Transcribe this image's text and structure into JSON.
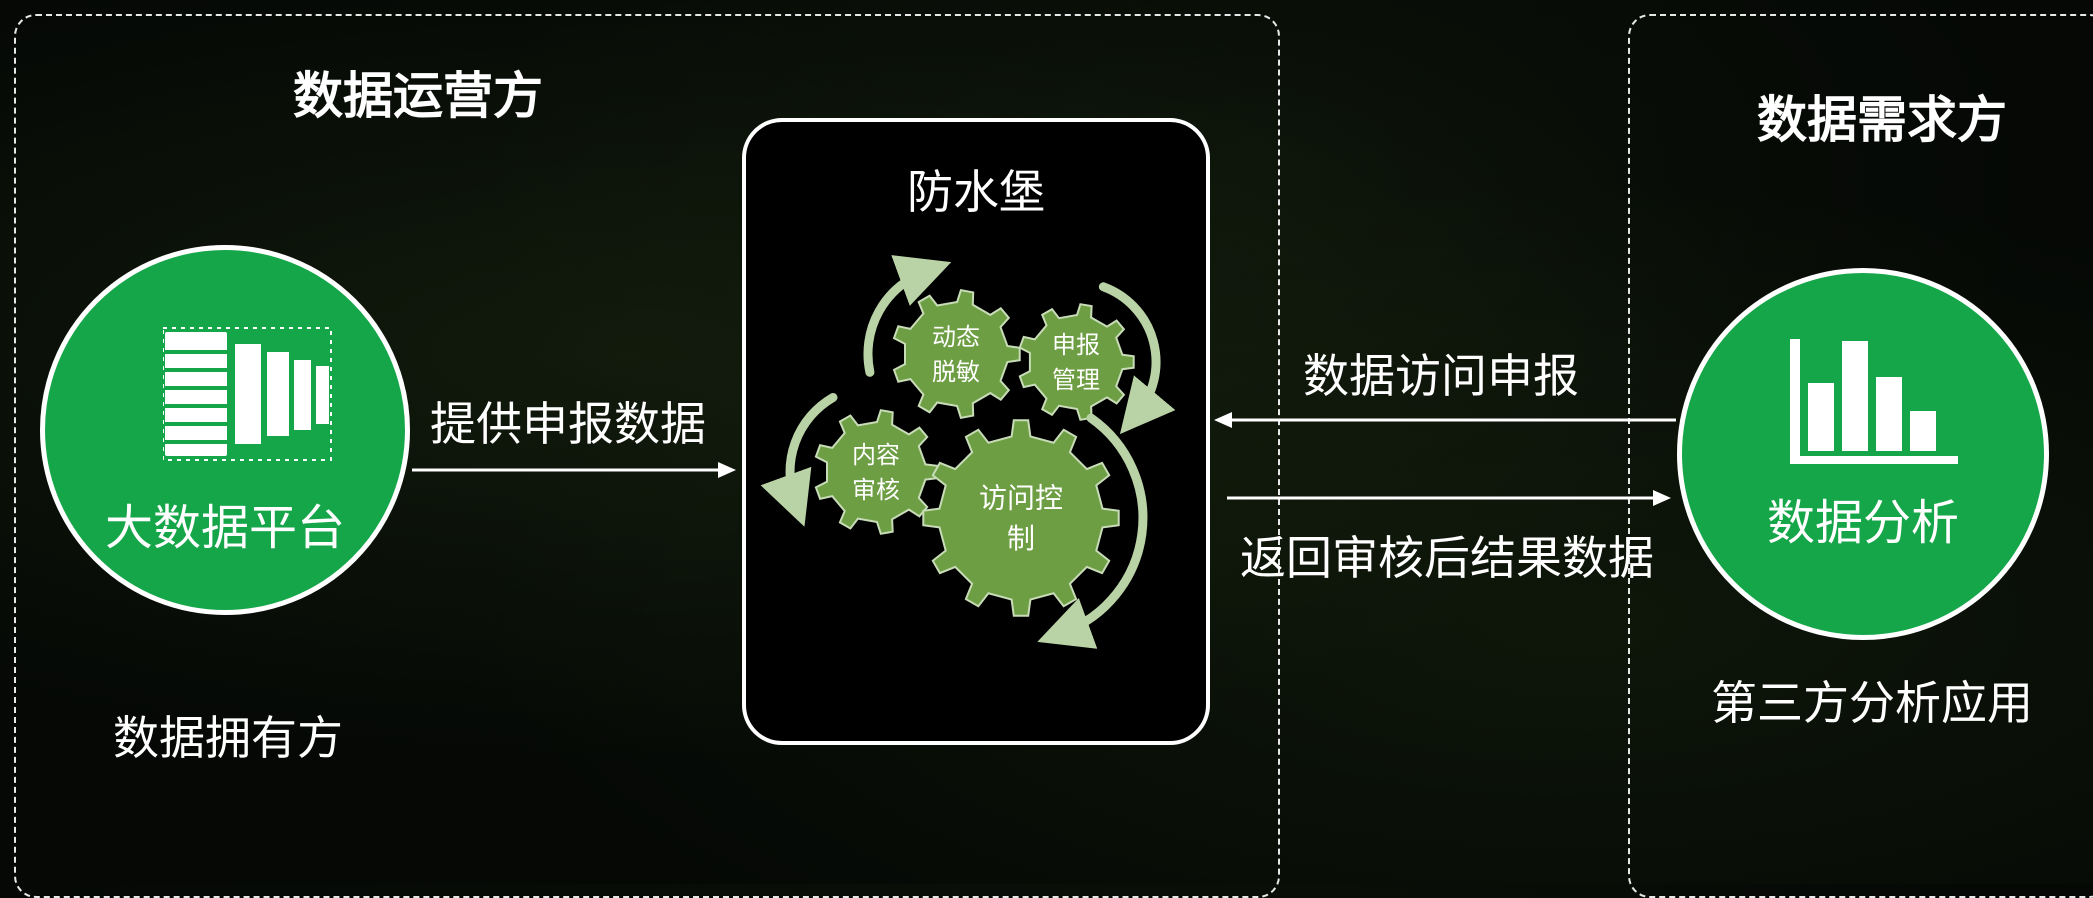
{
  "operator_region": {
    "title": "数据运营方",
    "platform_label": "大数据平台",
    "owner_label": "数据拥有方"
  },
  "demand_region": {
    "title": "数据需求方",
    "analysis_label": "数据分析",
    "app_label": "第三方分析应用"
  },
  "fortress": {
    "title": "防水堡",
    "gears": {
      "dynamic_desensitize": [
        "动态",
        "脱敏"
      ],
      "report_management": [
        "申报",
        "管理"
      ],
      "content_review": [
        "内容",
        "审核"
      ],
      "access_control": [
        "访问控",
        "制"
      ]
    }
  },
  "arrows": {
    "provide_report_data": "提供申报数据",
    "data_access_report": "数据访问申报",
    "return_reviewed_data": "返回审核后结果数据"
  },
  "colors": {
    "circle_green": "#16a64a",
    "gear_green": "#6e9e44",
    "arc_green": "#b9d3a6"
  },
  "icons": {
    "platform": "server-building-icon",
    "analysis": "bar-chart-icon"
  }
}
